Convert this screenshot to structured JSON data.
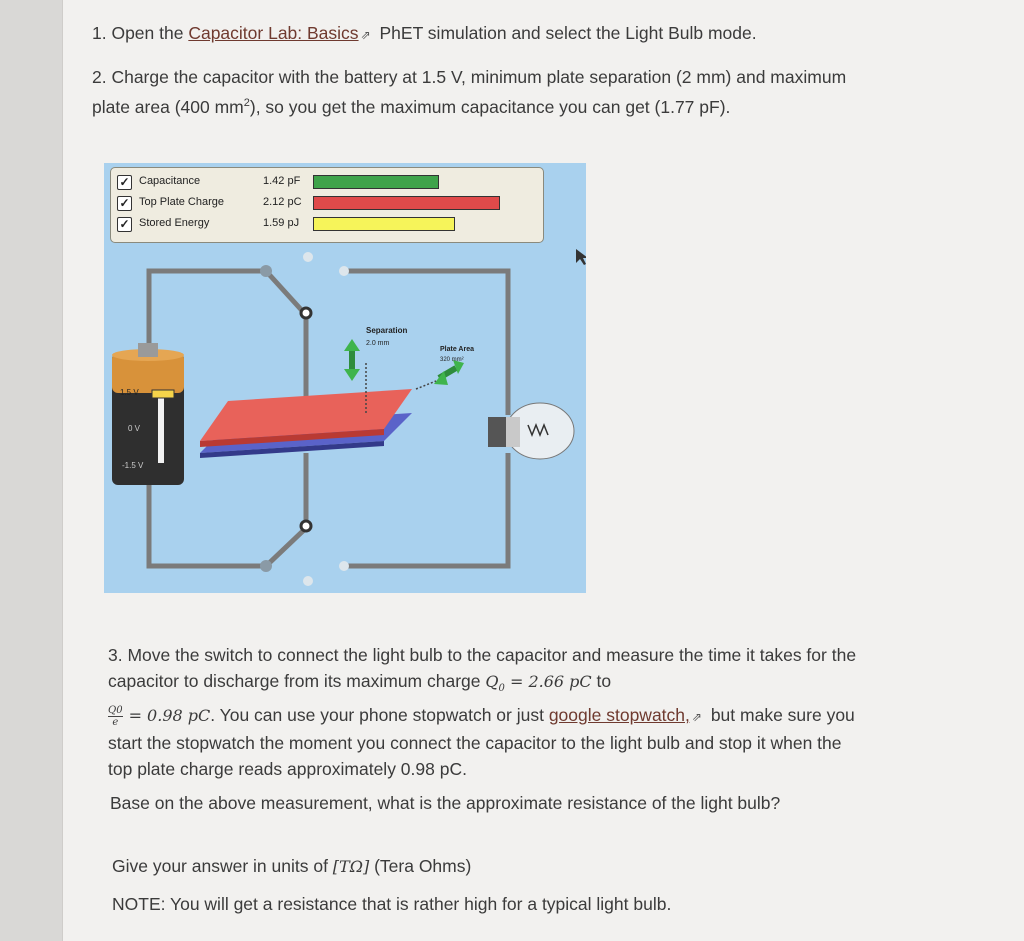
{
  "q1": {
    "prefix": "1. Open the ",
    "link": "Capacitor Lab: Basics",
    "suffix": " PhET simulation and select the Light Bulb mode."
  },
  "q2": {
    "text": "2. Charge the capacitor with the battery at 1.5 V, minimum plate separation (2 mm) and maximum plate area (400 mm",
    "sup": "2",
    "text2": "), so you get the maximum capacitance you can get (1.77 pF)."
  },
  "sim": {
    "meters": [
      {
        "label": "Capacitance",
        "value": "1.42 pF",
        "color": "#3fa34a",
        "fill": 0.55
      },
      {
        "label": "Top Plate Charge",
        "value": "2.12 pC",
        "color": "#e04a4a",
        "fill": 0.82
      },
      {
        "label": "Stored Energy",
        "value": "1.59 pJ",
        "color": "#f6f45a",
        "fill": 0.62
      }
    ],
    "separation_label": "Separation",
    "separation_value": "2.0 mm",
    "area_label": "Plate Area",
    "area_value": "320 mm²",
    "battery_top": "1.5 V",
    "battery_mid": "0 V",
    "battery_bot": "-1.5 V"
  },
  "q3": {
    "p1": "3. Move the switch to connect the light bulb to the capacitor and measure the time it takes for the capacitor to discharge from its maximum charge ",
    "q0": "Q",
    "q0_sub": "0",
    "eq1": " = 2.66 ",
    "unit1": "pC",
    "to": " to",
    "frac_num": "Q0",
    "frac_den": "e",
    "eq2": "= 0.98 ",
    "unit2": "pC",
    "p2": ". You can use your phone stopwatch or just ",
    "link": "google stopwatch,",
    "p3": " but make sure you start the stopwatch the moment you connect the capacitor to the light bulb and stop it when the top plate charge reads approximately 0.98 pC."
  },
  "p4": "Base on the above measurement, what is the approximate resistance of the light bulb?",
  "p5": {
    "prefix": "Give your answer in units of ",
    "unit": "[TΩ]",
    "suffix": " (Tera Ohms)"
  },
  "p6": "NOTE: You will get a resistance that is rather high for a typical light bulb.",
  "icons": {
    "external": "⇗",
    "check": "✓"
  }
}
